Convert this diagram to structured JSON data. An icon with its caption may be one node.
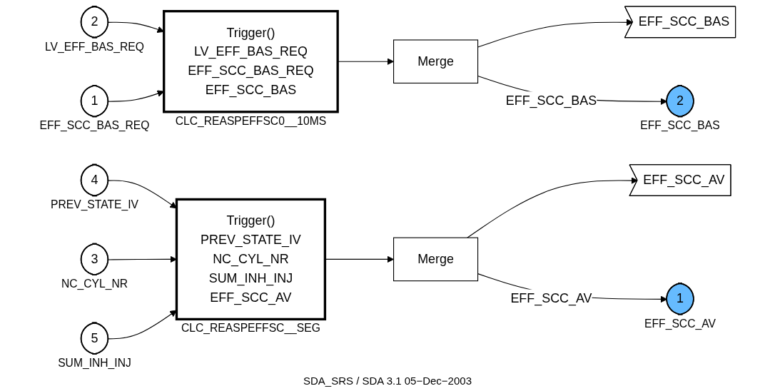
{
  "diagram": {
    "caption": "SDA_SRS / SDA 3.1 05−Dec−2003",
    "nodes": [
      {
        "text": [
          "2"
        ],
        "beside": [
          "LV_EFF_BAS_REQ"
        ]
      },
      {
        "text": [
          "1"
        ],
        "beside": [
          "EFF_SCC_BAS_REQ"
        ]
      },
      {
        "text": [
          "Trigger()",
          "LV_EFF_BAS_REQ",
          "EFF_SCC_BAS_REQ",
          "EFF_SCC_BAS"
        ],
        "beside": [
          "CLC_REASPEFFSC0__10MS"
        ]
      },
      {
        "text": [
          "Merge"
        ]
      },
      {
        "text": [
          "EFF_SCC_BAS"
        ]
      },
      {
        "text": [
          "2"
        ],
        "beside": [
          "EFF_SCC_BAS"
        ]
      },
      {
        "text": [
          "4"
        ],
        "beside": [
          "PREV_STATE_IV"
        ]
      },
      {
        "text": [
          "3"
        ],
        "beside": [
          "NC_CYL_NR"
        ]
      },
      {
        "text": [
          "5"
        ],
        "beside": [
          "SUM_INH_INJ"
        ]
      },
      {
        "text": [
          "Trigger()",
          "PREV_STATE_IV",
          "NC_CYL_NR",
          "SUM_INH_INJ",
          "EFF_SCC_AV"
        ],
        "beside": [
          "CLC_REASPEFFSC__SEG"
        ]
      },
      {
        "text": [
          "Merge"
        ]
      },
      {
        "text": [
          "EFF_SCC_AV"
        ]
      },
      {
        "text": [
          "1"
        ],
        "beside": [
          "EFF_SCC_AV"
        ]
      }
    ],
    "edges": [
      {
        "from": 0,
        "to": 2,
        "arrow": "to"
      },
      {
        "from": 1,
        "to": 2,
        "arrow": "to"
      },
      {
        "from": 2,
        "to": 3,
        "arrow": "to"
      },
      {
        "from": 3,
        "to": 4,
        "arrow": "to"
      },
      {
        "from": 3,
        "to": 5,
        "arrow": "to",
        "label": "EFF_SCC_BAS"
      },
      {
        "from": 6,
        "to": 9,
        "arrow": "to"
      },
      {
        "from": 7,
        "to": 9,
        "arrow": "to"
      },
      {
        "from": 8,
        "to": 9,
        "arrow": "to"
      },
      {
        "from": 9,
        "to": 10,
        "arrow": "to"
      },
      {
        "from": 10,
        "to": 11,
        "arrow": "to"
      },
      {
        "from": 10,
        "to": 12,
        "arrow": "to",
        "label": "EFF_SCC_AV"
      }
    ]
  }
}
